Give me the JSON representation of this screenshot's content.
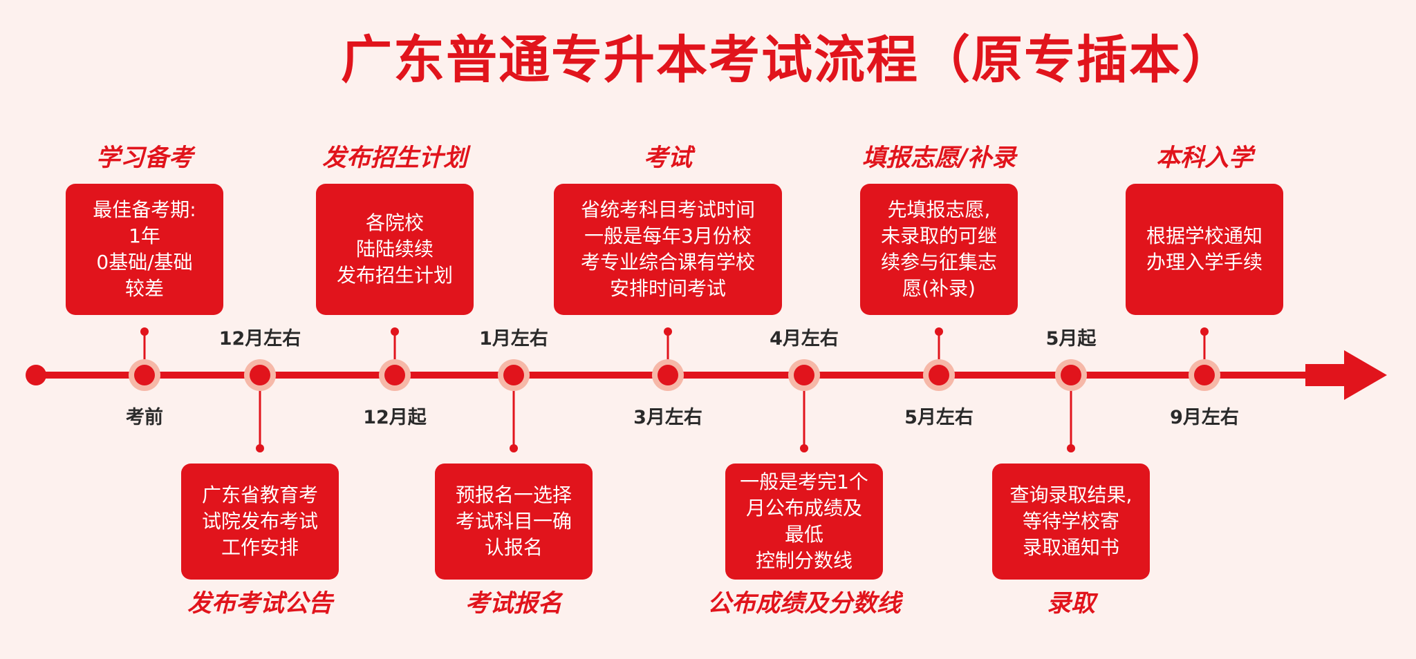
{
  "title": "广东普通专升本考试流程（原专插本）",
  "colors": {
    "accent": "#e1141c",
    "background": "#fdf1ee",
    "halo": "#f6b8a8",
    "date_text": "#2a2a2a"
  },
  "stages": [
    {
      "position": "top",
      "label": "学习备考",
      "lines": [
        "最佳备考期:",
        "1年",
        "0基础/基础",
        "较差"
      ],
      "date": "考前"
    },
    {
      "position": "bottom",
      "label": "发布考试公告",
      "lines": [
        "广东省教育考",
        "试院发布考试",
        "工作安排"
      ],
      "date": "12月左右"
    },
    {
      "position": "top",
      "label": "发布招生计划",
      "lines": [
        "各院校",
        "陆陆续续",
        "发布招生计划"
      ],
      "date": "12月起"
    },
    {
      "position": "bottom",
      "label": "考试报名",
      "lines": [
        "预报名一选择",
        "考试科目一确",
        "认报名"
      ],
      "date": "1月左右"
    },
    {
      "position": "top",
      "label": "考试",
      "lines": [
        "省统考科目考试时间",
        "一般是每年3月份校",
        "考专业综合课有学校",
        "安排时间考试"
      ],
      "date": "3月左右"
    },
    {
      "position": "bottom",
      "label": "公布成绩及分数线",
      "lines": [
        "一般是考完1个",
        "月公布成绩及",
        "最低",
        "控制分数线"
      ],
      "date": "4月左右"
    },
    {
      "position": "top",
      "label": "填报志愿/补录",
      "lines": [
        "先填报志愿,",
        "未录取的可继",
        "续参与征集志",
        "愿(补录)"
      ],
      "date": "5月左右"
    },
    {
      "position": "bottom",
      "label": "录取",
      "lines": [
        "查询录取结果,",
        "等待学校寄",
        "录取通知书"
      ],
      "date": "5月起"
    },
    {
      "position": "top",
      "label": "本科入学",
      "lines": [
        "根据学校通知",
        "办理入学手续"
      ],
      "date": "9月左右"
    }
  ]
}
